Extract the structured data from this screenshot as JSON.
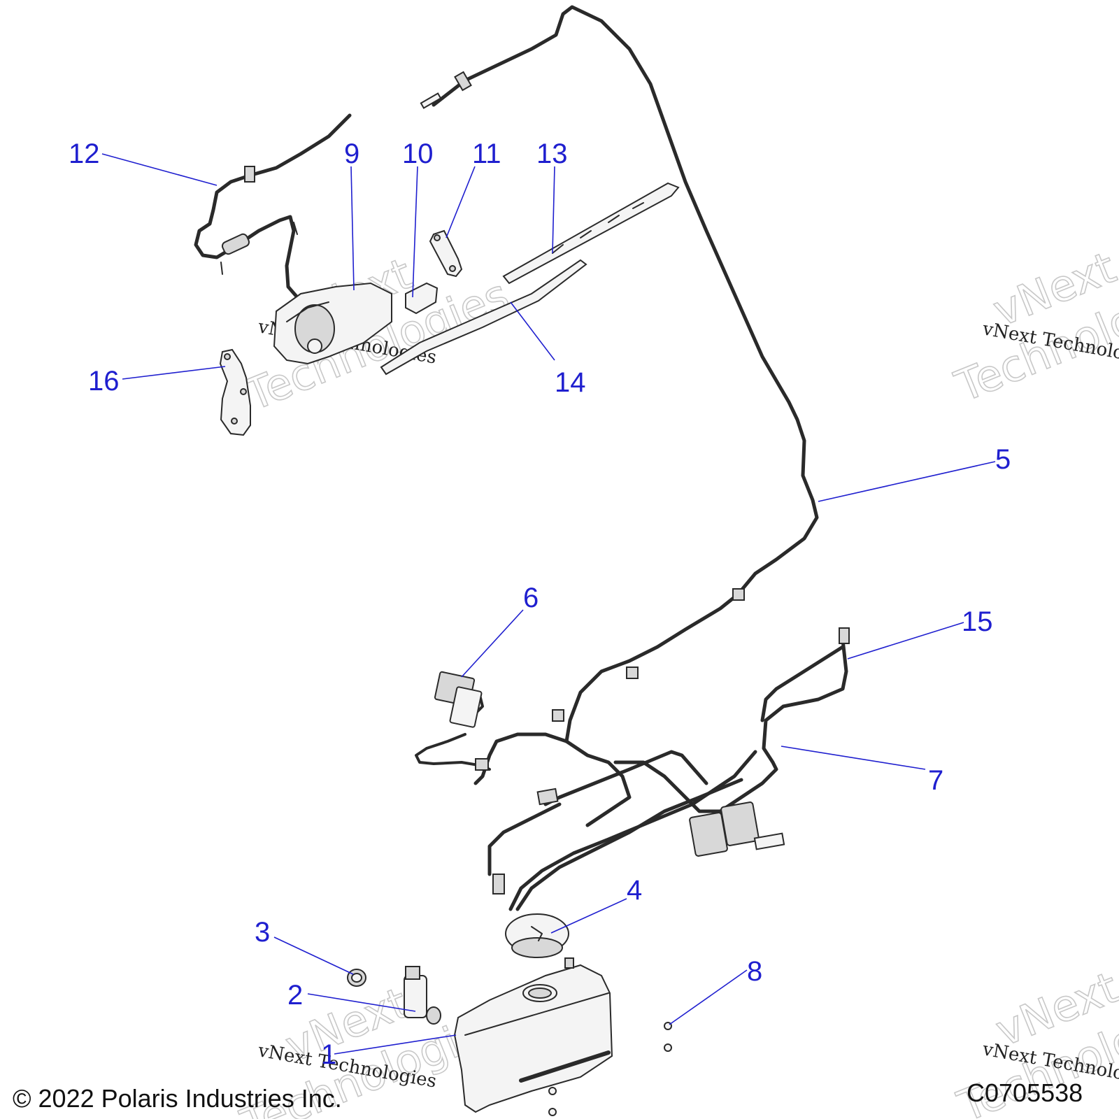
{
  "callouts": [
    {
      "id": "1",
      "label": "1"
    },
    {
      "id": "2",
      "label": "2"
    },
    {
      "id": "3",
      "label": "3"
    },
    {
      "id": "4",
      "label": "4"
    },
    {
      "id": "5",
      "label": "5"
    },
    {
      "id": "6",
      "label": "6"
    },
    {
      "id": "7",
      "label": "7"
    },
    {
      "id": "8",
      "label": "8"
    },
    {
      "id": "9",
      "label": "9"
    },
    {
      "id": "10",
      "label": "10"
    },
    {
      "id": "11",
      "label": "11"
    },
    {
      "id": "12",
      "label": "12"
    },
    {
      "id": "13",
      "label": "13"
    },
    {
      "id": "14",
      "label": "14"
    },
    {
      "id": "15",
      "label": "15"
    },
    {
      "id": "16",
      "label": "16"
    }
  ],
  "watermark": {
    "line1": "vNext",
    "line2": "Technologies",
    "small": "vNext Technologies"
  },
  "footer": {
    "copyright": "© 2022 Polaris Industries Inc.",
    "drawing_code": "C0705538"
  },
  "colors": {
    "callout": "#1f1fcf",
    "line_art": "#2a2a2a",
    "watermark": "#c8c8c8"
  }
}
